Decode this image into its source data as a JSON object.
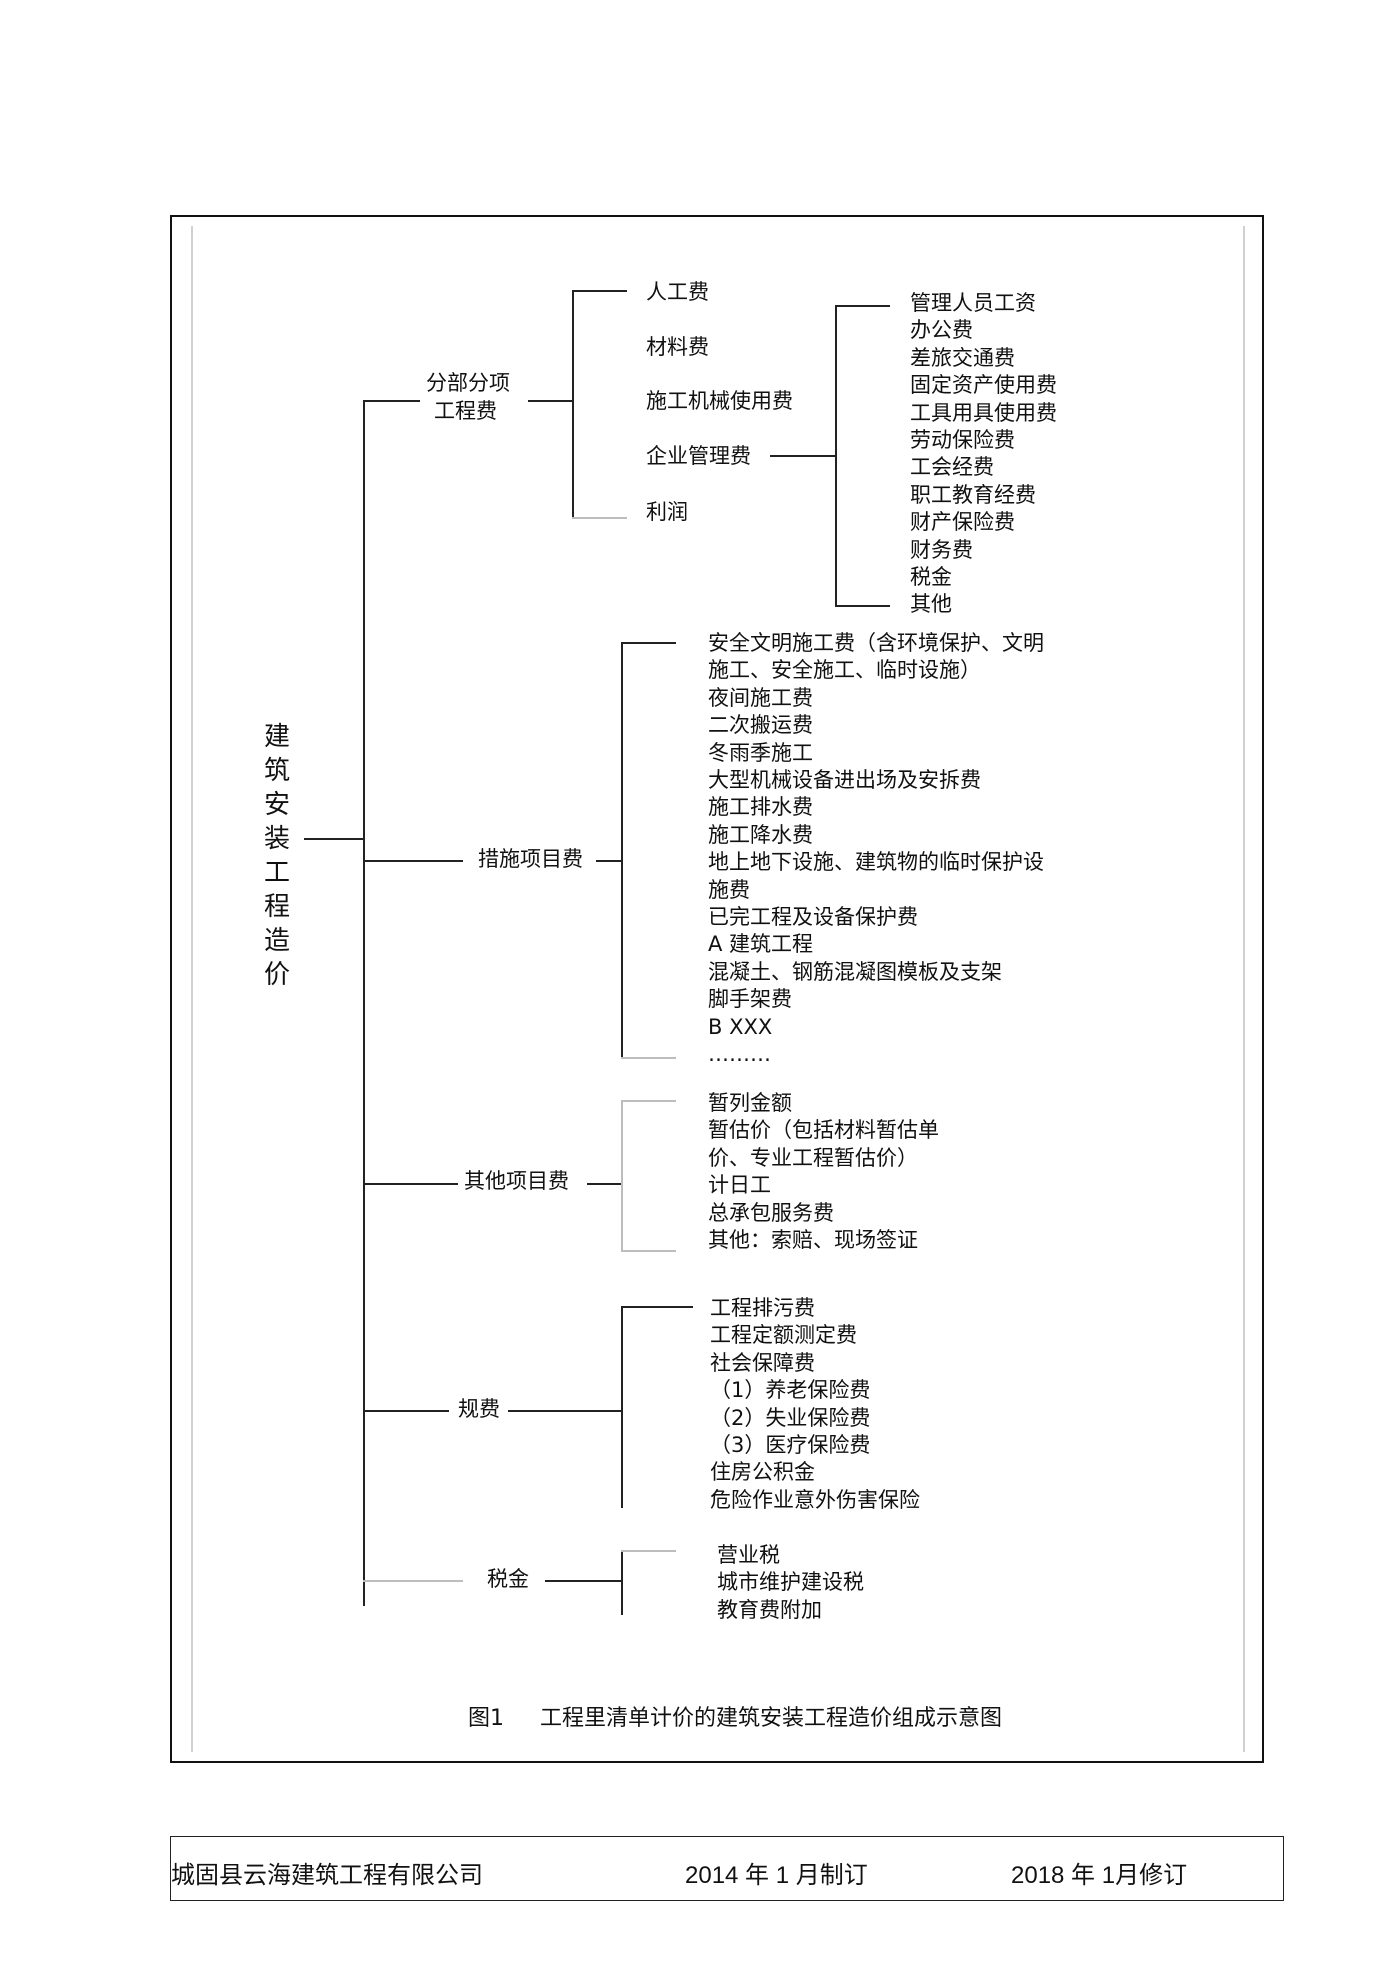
{
  "diagram": {
    "root": "建筑安装工程造价",
    "branch1": {
      "label_line1": "分部分项",
      "label_line2": "工程费",
      "items": [
        "人工费",
        "材料费",
        "施工机械使用费",
        "企业管理费",
        "利润"
      ],
      "mgmt_items": [
        "管理人员工资",
        "办公费",
        "差旅交通费",
        "固定资产使用费",
        "工具用具使用费",
        "劳动保险费",
        "工会经费",
        "职工教育经费",
        "财产保险费",
        "财务费",
        "税金",
        "其他"
      ]
    },
    "branch2": {
      "label": "措施项目费",
      "items": [
        "安全文明施工费（含环境保护、文明",
        "施工、安全施工、临时设施）",
        "夜间施工费",
        "二次搬运费",
        "冬雨季施工",
        "大型机械设备进出场及安拆费",
        "施工排水费",
        "施工降水费",
        "地上地下设施、建筑物的临时保护设",
        "施费",
        "已完工程及设备保护费",
        "A 建筑工程",
        "混凝土、钢筋混凝图模板及支架",
        "脚手架费",
        "B XXX",
        "………"
      ]
    },
    "branch3": {
      "label": "其他项目费",
      "items": [
        "暂列金额",
        "暂估价（包括材料暂估单",
        "价、专业工程暂估价）",
        "计日工",
        "总承包服务费",
        "其他：索赔、现场签证"
      ]
    },
    "branch4": {
      "label": "规费",
      "items": [
        "工程排污费",
        "工程定额测定费",
        "社会保障费",
        "（1）养老保险费",
        "（2）失业保险费",
        "（3）医疗保险费",
        "住房公积金",
        "危险作业意外伤害保险"
      ]
    },
    "branch5": {
      "label": "税金",
      "items": [
        "营业税",
        "城市维护建设税",
        "教育费附加"
      ]
    },
    "caption_num": "图1",
    "caption_text": "工程里清单计价的建筑安装工程造价组成示意图"
  },
  "footer": {
    "company": "城固县云海建筑工程有限公司",
    "made": "2014 年 1 月制订",
    "revised": "2018 年 1月修订"
  }
}
